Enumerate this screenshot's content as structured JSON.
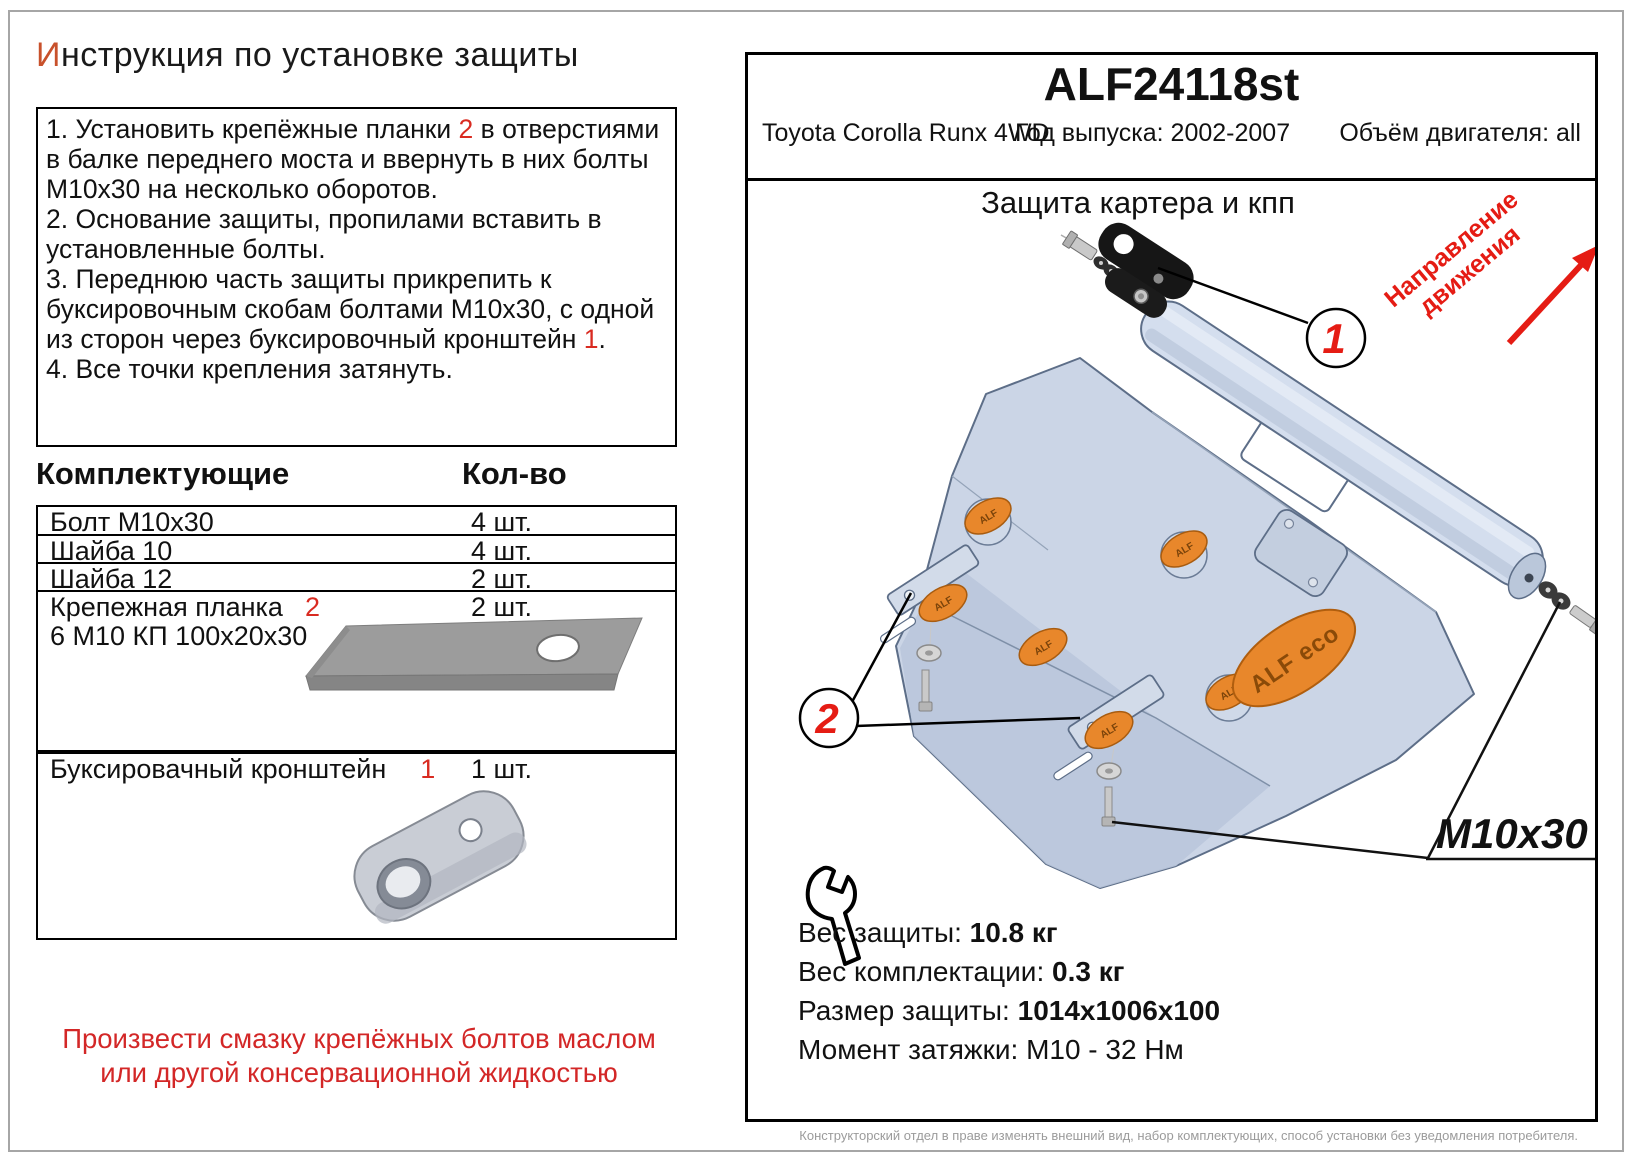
{
  "doc": {
    "title_first_letter": "И",
    "title_rest": "нструкция по установке защиты",
    "note": "Произвести смазку крепёжных болтов маслом или другой консервационной жидкостью"
  },
  "instructions": [
    {
      "pre": "1.  Установить крепёжные планки ",
      "ref": "2",
      "post": " в отверстиями в балке переднего моста и ввернуть в них болты М10х30 на несколько оборотов."
    },
    {
      "pre": "2.  Основание защиты, пропилами вставить в установленные болты."
    },
    {
      "pre": "3.  Переднюю часть защиты прикрепить к буксировочным скобам болтами М10х30, с одной из сторон через буксировочный кронштейн ",
      "ref": "1",
      "post": "."
    },
    {
      "pre": "4.  Все точки крепления затянуть."
    }
  ],
  "parts": {
    "header": "Комплектующие",
    "qty_header": "Кол-во",
    "rows": [
      {
        "name": "Болт М10х30",
        "qty": "4 шт."
      },
      {
        "name": "Шайба 10",
        "qty": "4 шт."
      },
      {
        "name": "Шайба 12",
        "qty": "2 шт."
      },
      {
        "name": "Крепежная планка",
        "ref": "2",
        "sub": "6 М10 КП 100х20х30",
        "qty": "2 шт."
      },
      {
        "name": "Буксировачный кронштейн",
        "ref": "1",
        "qty": "1 шт."
      }
    ]
  },
  "panel": {
    "code": "ALF24118st",
    "model": "Toyota Corolla Runx 4WD",
    "year": "Год выпуска: 2002-2007",
    "engine": "Объём двигателя: all",
    "drawing_title": "Защита картера и кпп",
    "direction_line1": "Направление",
    "direction_line2": "движения",
    "callout1": "1",
    "callout2": "2",
    "bolt_label": "М10х30",
    "alf_pad": "ALF",
    "alf_logo": "ALF eco",
    "specs": [
      {
        "label": "Вес защиты: ",
        "value": "10.8 кг"
      },
      {
        "label": "Вес комплектации: ",
        "value": "0.3 кг"
      },
      {
        "label": "Размер защиты: ",
        "value": "1014x1006x100"
      },
      {
        "label": "Момент затяжки:  ",
        "value": "М10 - 32 Нм"
      }
    ],
    "footer": "Конструкторский отдел в праве изменять внешний вид, набор комплектующих, способ установки без уведомления потребителя."
  },
  "colors": {
    "accent_red": "#e51c14",
    "ref_red": "#d92b21",
    "note_red": "#d32727",
    "title_orange": "#c8512b",
    "pad_orange": "#e8872b",
    "plate_fill": "#cbd5e6"
  }
}
